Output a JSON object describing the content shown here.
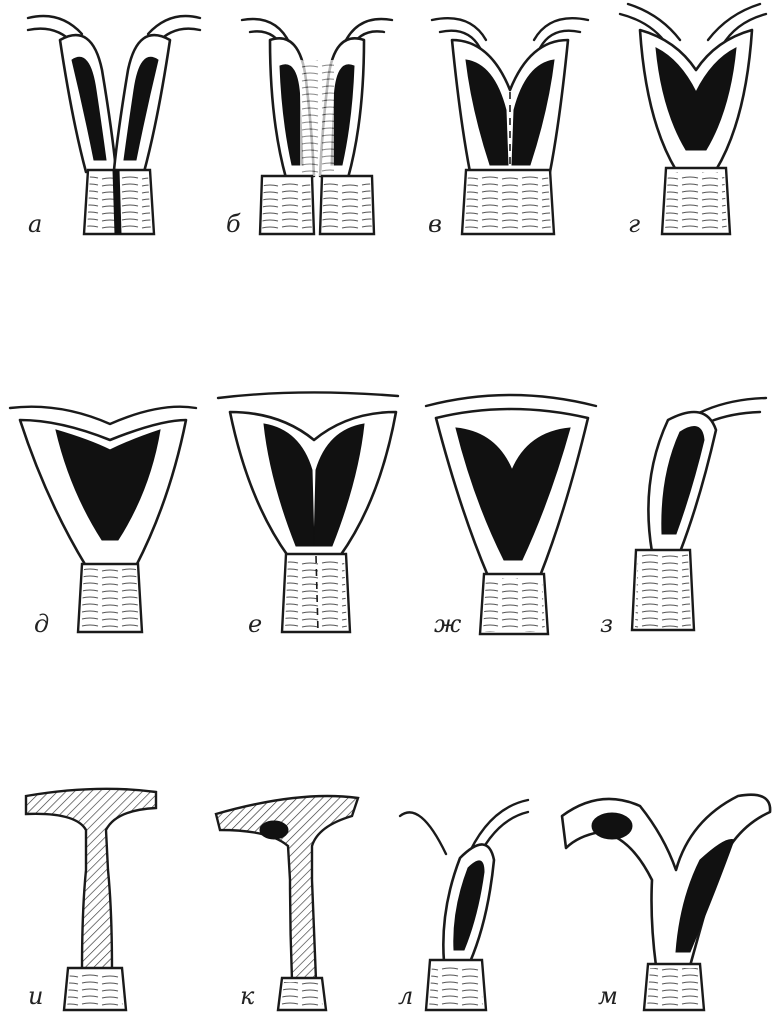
{
  "figure": {
    "panels": [
      {
        "id": "a",
        "label": "а"
      },
      {
        "id": "b",
        "label": "б"
      },
      {
        "id": "v",
        "label": "в"
      },
      {
        "id": "g",
        "label": "г"
      },
      {
        "id": "d",
        "label": "д"
      },
      {
        "id": "e",
        "label": "е"
      },
      {
        "id": "zh",
        "label": "ж"
      },
      {
        "id": "z",
        "label": "з"
      },
      {
        "id": "i",
        "label": "и"
      },
      {
        "id": "k",
        "label": "к"
      },
      {
        "id": "l",
        "label": "л"
      },
      {
        "id": "m",
        "label": "м"
      }
    ]
  }
}
